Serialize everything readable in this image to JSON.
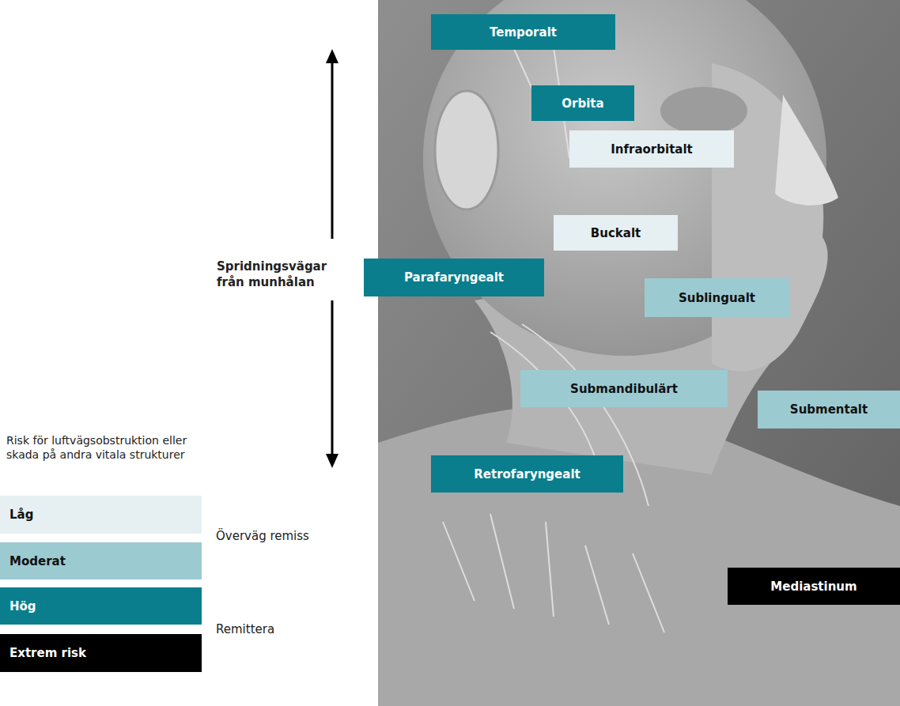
{
  "diagram": {
    "nodes": [
      {
        "text": [
          "Temporalt"
        ]
      },
      {
        "text": [
          "Orbita"
        ]
      },
      {
        "text": [
          "Infraorbitalt"
        ]
      },
      {
        "text": [
          "Buckalt"
        ]
      },
      {
        "text": [
          "Parafaryngealt"
        ]
      },
      {
        "text": [
          "Sublingualt"
        ]
      },
      {
        "text": [
          "Submandibulärt"
        ]
      },
      {
        "text": [
          "Submentalt"
        ]
      },
      {
        "text": [
          "Retrofaryngealt"
        ]
      },
      {
        "text": [
          "Mediastinum"
        ]
      }
    ],
    "labels": [
      "Spridningsvägar från munhålan",
      "Risk för luftvägsobstruktion eller skada på andra vitala strukturer",
      "Överväg remiss",
      "Remittera"
    ],
    "legend": [
      {
        "text": "Låg",
        "color": "#e6f0f2"
      },
      {
        "text": "Moderat",
        "color": "#9ccad1"
      },
      {
        "text": "Hög",
        "color": "#0a7e8c"
      },
      {
        "text": "Extrem risk",
        "color": "#000000"
      }
    ]
  }
}
